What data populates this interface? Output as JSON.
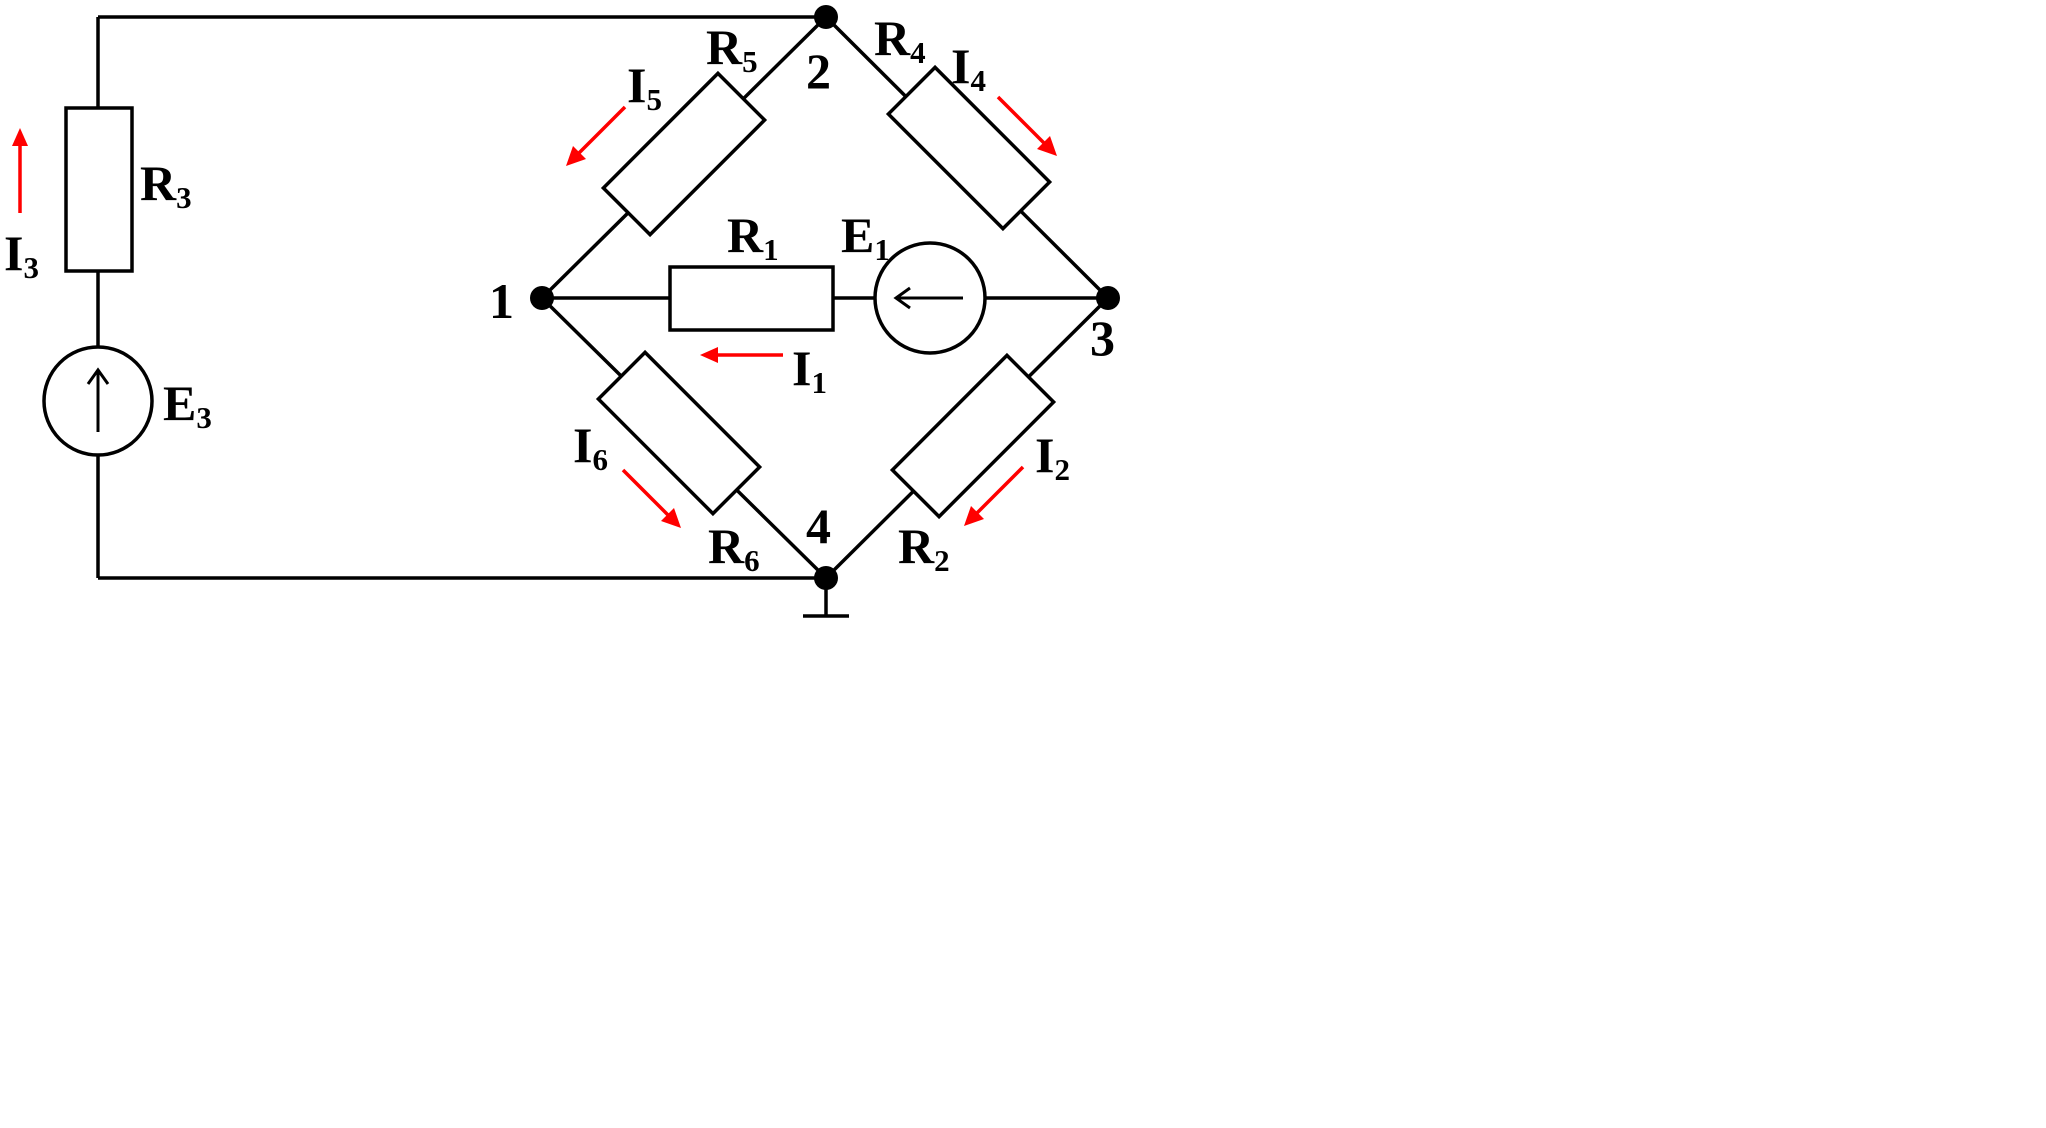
{
  "colors": {
    "wire": "#000000",
    "current_arrow": "#ff0000",
    "background": "#ffffff"
  },
  "nodes": {
    "n1": "1",
    "n2": "2",
    "n3": "3",
    "n4": "4"
  },
  "resistors": {
    "r1": {
      "letter": "R",
      "sub": "1"
    },
    "r2": {
      "letter": "R",
      "sub": "2"
    },
    "r3": {
      "letter": "R",
      "sub": "3"
    },
    "r4": {
      "letter": "R",
      "sub": "4"
    },
    "r5": {
      "letter": "R",
      "sub": "5"
    },
    "r6": {
      "letter": "R",
      "sub": "6"
    }
  },
  "sources": {
    "e1": {
      "letter": "E",
      "sub": "1"
    },
    "e3": {
      "letter": "E",
      "sub": "3"
    }
  },
  "currents": {
    "i1": {
      "letter": "I",
      "sub": "1"
    },
    "i2": {
      "letter": "I",
      "sub": "2"
    },
    "i3": {
      "letter": "I",
      "sub": "3"
    },
    "i4": {
      "letter": "I",
      "sub": "4"
    },
    "i5": {
      "letter": "I",
      "sub": "5"
    },
    "i6": {
      "letter": "I",
      "sub": "6"
    }
  },
  "ground_symbol": "ground-icon"
}
